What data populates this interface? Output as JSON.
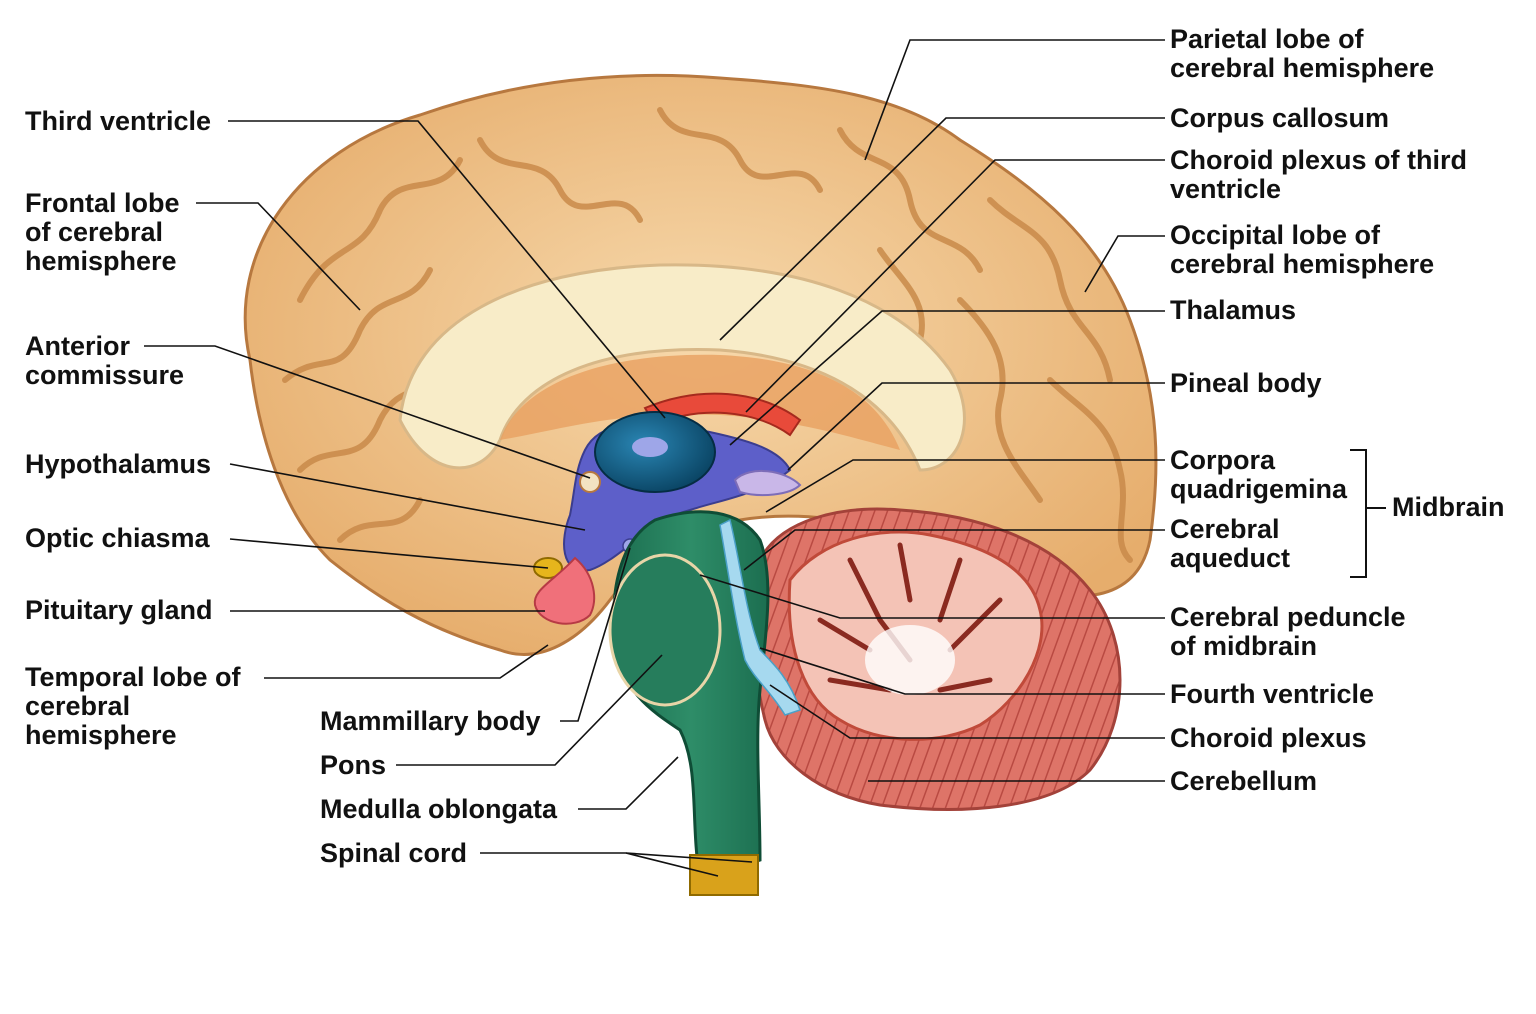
{
  "labels_left": [
    {
      "id": "third-ventricle",
      "lines": [
        "Third ventricle"
      ]
    },
    {
      "id": "frontal-lobe",
      "lines": [
        "Frontal lobe",
        "of cerebral",
        "hemisphere"
      ]
    },
    {
      "id": "anterior-commissure",
      "lines": [
        "Anterior",
        "commissure"
      ]
    },
    {
      "id": "hypothalamus",
      "lines": [
        "Hypothalamus"
      ]
    },
    {
      "id": "optic-chiasma",
      "lines": [
        "Optic chiasma"
      ]
    },
    {
      "id": "pituitary-gland",
      "lines": [
        "Pituitary gland"
      ]
    },
    {
      "id": "temporal-lobe",
      "lines": [
        "Temporal lobe of",
        "cerebral",
        "hemisphere"
      ]
    },
    {
      "id": "mammillary-body",
      "lines": [
        "Mammillary body"
      ]
    },
    {
      "id": "pons",
      "lines": [
        "Pons"
      ]
    },
    {
      "id": "medulla-oblongata",
      "lines": [
        "Medulla oblongata"
      ]
    },
    {
      "id": "spinal-cord",
      "lines": [
        "Spinal cord"
      ]
    }
  ],
  "labels_right": [
    {
      "id": "parietal-lobe",
      "lines": [
        "Parietal lobe of",
        "cerebral hemisphere"
      ]
    },
    {
      "id": "corpus-callosum",
      "lines": [
        "Corpus callosum"
      ]
    },
    {
      "id": "choroid-plexus-third",
      "lines": [
        "Choroid plexus of third",
        "ventricle"
      ]
    },
    {
      "id": "occipital-lobe",
      "lines": [
        "Occipital lobe of",
        "cerebral hemisphere"
      ]
    },
    {
      "id": "thalamus",
      "lines": [
        "Thalamus"
      ]
    },
    {
      "id": "pineal-body",
      "lines": [
        "Pineal body"
      ]
    },
    {
      "id": "corpora-quadrigemina",
      "lines": [
        "Corpora",
        "quadrigemina"
      ]
    },
    {
      "id": "cerebral-aqueduct",
      "lines": [
        "Cerebral",
        "aqueduct"
      ]
    },
    {
      "id": "cerebral-peduncle",
      "lines": [
        "Cerebral peduncle",
        "of midbrain"
      ]
    },
    {
      "id": "fourth-ventricle",
      "lines": [
        "Fourth ventricle"
      ]
    },
    {
      "id": "choroid-plexus",
      "lines": [
        "Choroid plexus"
      ]
    },
    {
      "id": "cerebellum",
      "lines": [
        "Cerebellum"
      ]
    }
  ],
  "group_label": {
    "id": "midbrain",
    "text": "Midbrain"
  },
  "colors": {
    "cortex": "#f0c58e",
    "cortex_shadow": "#c98a4a",
    "corpus_callosum": "#f8ecc8",
    "ventricle_blue": "#0d5f86",
    "hypothalamus_purple": "#5d5fc9",
    "choroid_red": "#e84a3a",
    "brainstem_green": "#237a5b",
    "aqueduct_blue": "#a6d9ef",
    "cerebellum_red": "#dd6e64",
    "arbor_pink": "#f4c3b6",
    "pituitary": "#f0707a",
    "optic_chiasma": "#e6b51c",
    "spinal_yellow": "#d9a21b"
  }
}
